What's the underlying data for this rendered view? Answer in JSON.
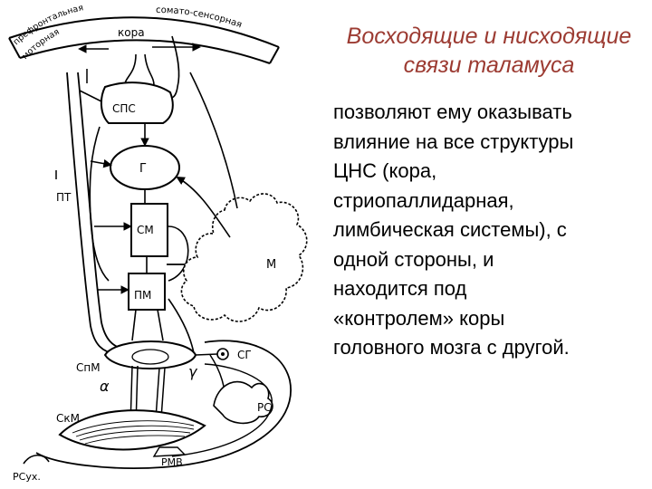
{
  "slide": {
    "title_lines": [
      "Восходящие и нисходящие",
      "связи таламуса"
    ],
    "body_lines": [
      "позволяют ему оказывать",
      "влияние на все структуры",
      "ЦНС (кора,",
      "стриопаллидарная,",
      "лимбическая системы), с",
      "одной стороны, и",
      "находится под",
      "«контролем» коры",
      "головного мозга с другой."
    ],
    "title_color": "#9c3b32"
  },
  "diagram": {
    "labels": {
      "prefrontal": "префронтальная",
      "motor": "моторная",
      "somato": "сомато-сенсорная",
      "cortex": "кора",
      "sps": "СПС",
      "g": "Г",
      "pt": "ПТ",
      "sm": "СМ",
      "m": "М",
      "pm": "ПМ",
      "sg": "СГ",
      "spm": "СпМ",
      "alpha": "α",
      "gamma": "γ",
      "skm": "СкМ",
      "rs": "РС",
      "rmv": "РМВ",
      "rsukh": "РСух."
    }
  }
}
